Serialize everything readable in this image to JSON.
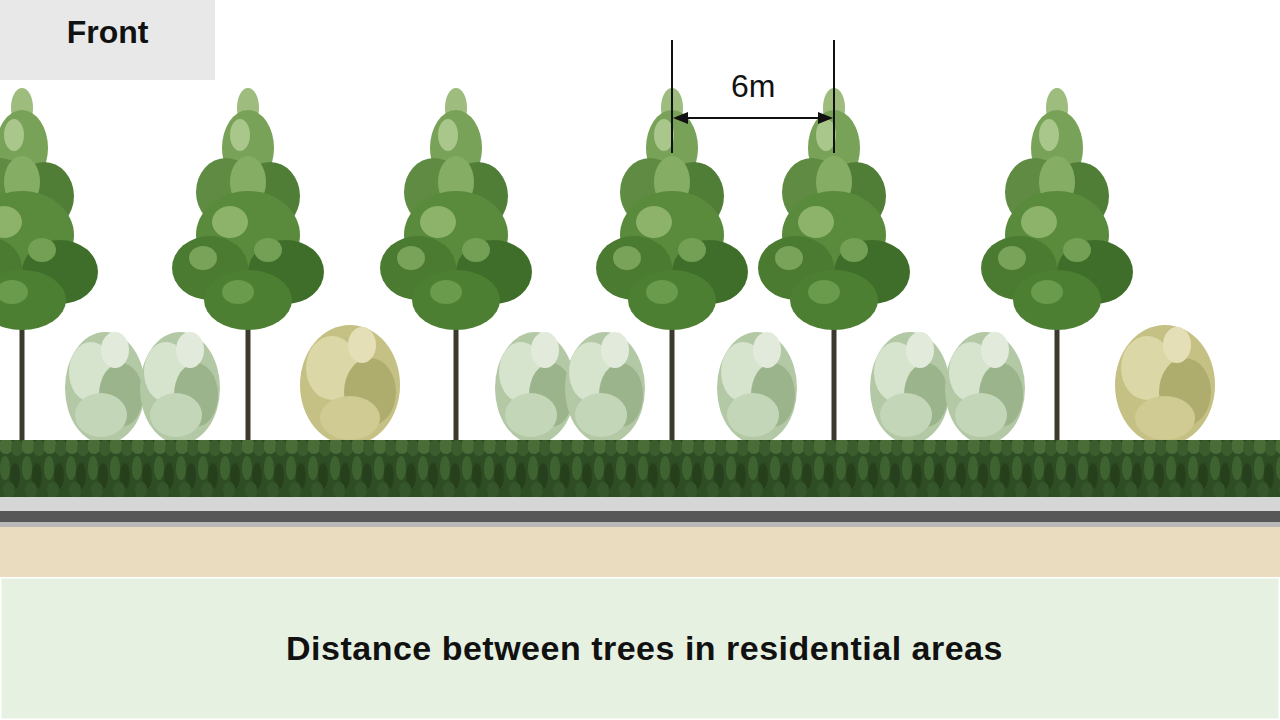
{
  "diagram": {
    "caption": "Distance between trees in residential areas",
    "nodes": [
      {
        "text": [
          "Front"
        ]
      }
    ],
    "labels": [
      "6m"
    ]
  }
}
